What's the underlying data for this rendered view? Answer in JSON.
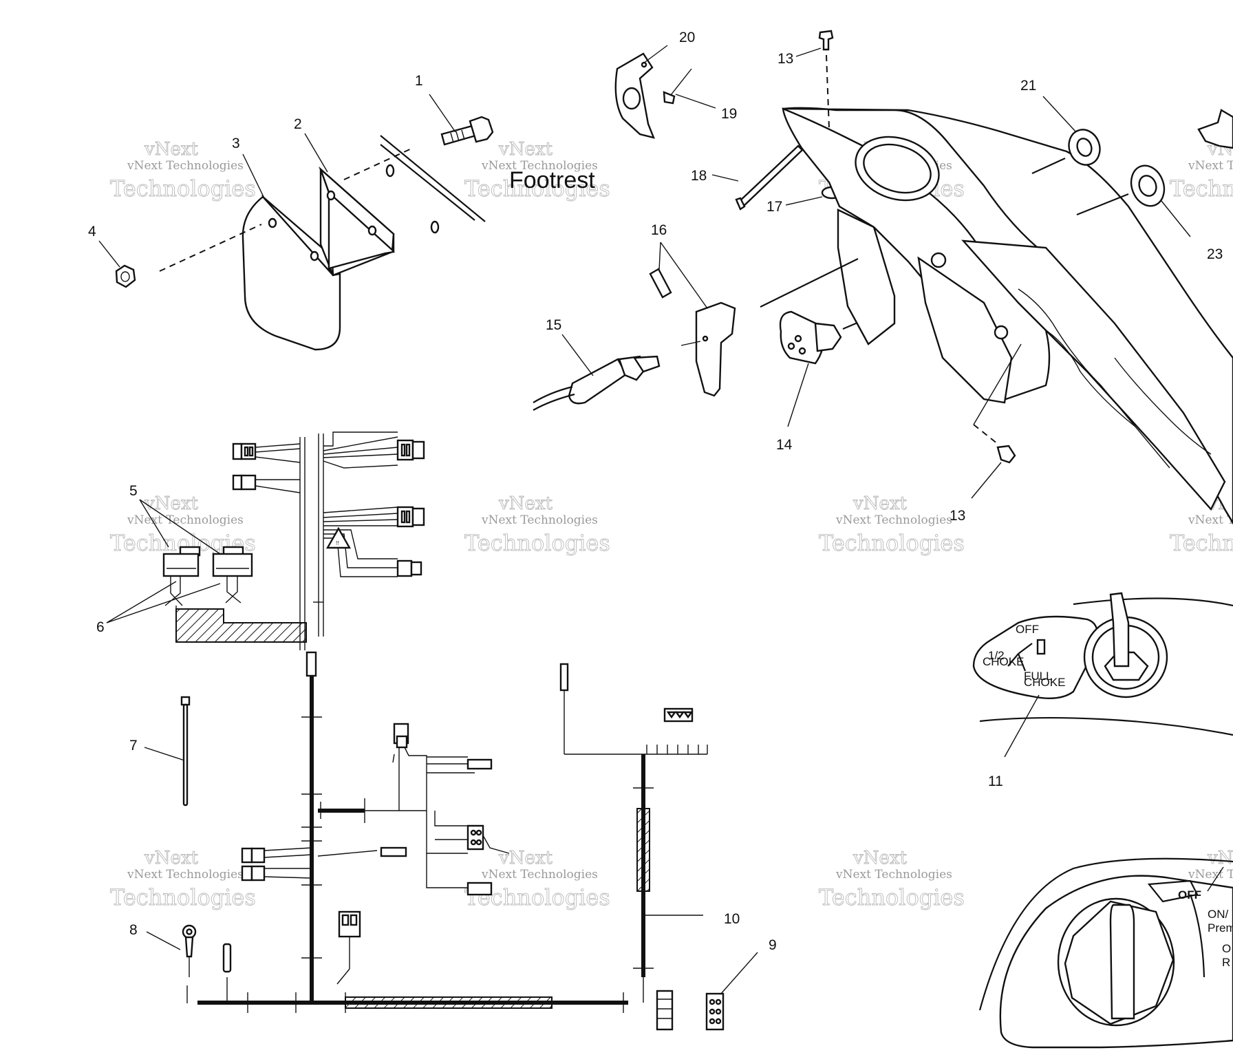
{
  "labels": {
    "footrest": "Footrest",
    "choke_off": "OFF",
    "choke_half": "1/2",
    "choke_word": "CHOKE",
    "choke_full": "FULL",
    "choke_full_word": "CHOKE",
    "switch_off": "OFF",
    "switch_on": "ON/",
    "switch_prem": "Prem",
    "switch_o": "O",
    "switch_r": "R"
  },
  "callouts": {
    "c1": "1",
    "c2": "2",
    "c3": "3",
    "c4": "4",
    "c5": "5",
    "c6": "6",
    "c7": "7",
    "c8": "8",
    "c9": "9",
    "c10": "10",
    "c11": "11",
    "c13a": "13",
    "c13b": "13",
    "c14": "14",
    "c15": "15",
    "c16": "16",
    "c17": "17",
    "c18": "18",
    "c19": "19",
    "c20": "20",
    "c21": "21",
    "c23": "23"
  },
  "watermark": {
    "line1": "vNext",
    "line2": "Technologies",
    "small": "vNext Technologies"
  }
}
